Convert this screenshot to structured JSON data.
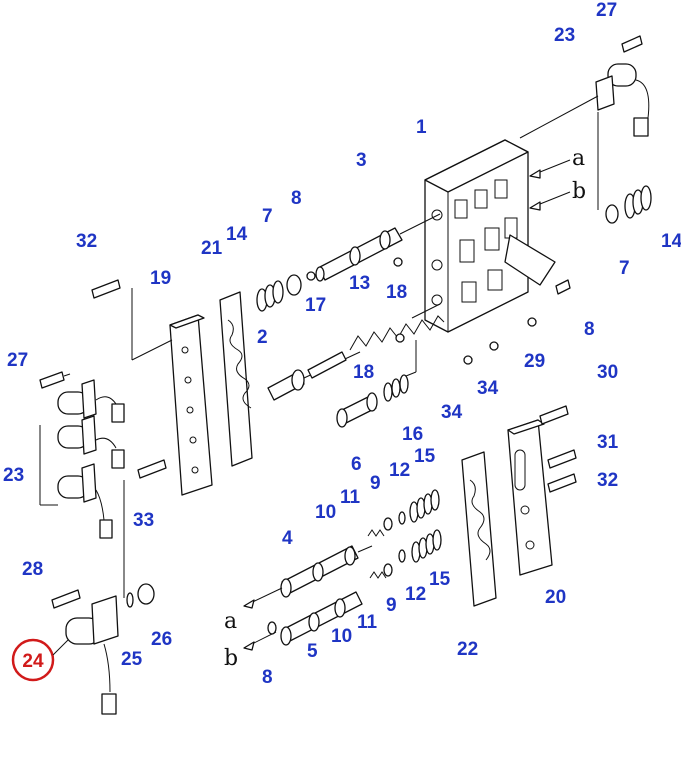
{
  "diagram": {
    "highlight_color": "#d11a1a",
    "callout_color": "#1f35c4",
    "highlighted_part": "24",
    "callouts": {
      "c1": "1",
      "c2": "2",
      "c3": "3",
      "c4": "4",
      "c5": "5",
      "c6": "6",
      "c7a": "7",
      "c7b": "7",
      "c8a": "8",
      "c8b": "8",
      "c8c": "8",
      "c9a": "9",
      "c9b": "9",
      "c10a": "10",
      "c10b": "10",
      "c11a": "11",
      "c11b": "11",
      "c12a": "12",
      "c12b": "12",
      "c13": "13",
      "c14a": "14",
      "c14b": "14",
      "c15a": "15",
      "c15b": "15",
      "c16": "16",
      "c17": "17",
      "c18a": "18",
      "c18b": "18",
      "c19": "19",
      "c20": "20",
      "c21": "21",
      "c22": "22",
      "c23a": "23",
      "c23b": "23",
      "c25": "25",
      "c26": "26",
      "c27a": "27",
      "c27b": "27",
      "c28": "28",
      "c29": "29",
      "c30": "30",
      "c31": "31",
      "c32a": "32",
      "c32b": "32",
      "c33": "33",
      "c34a": "34",
      "c34b": "34"
    },
    "letters": {
      "a1": "a",
      "b1": "b",
      "a2": "a",
      "b2": "b"
    }
  }
}
